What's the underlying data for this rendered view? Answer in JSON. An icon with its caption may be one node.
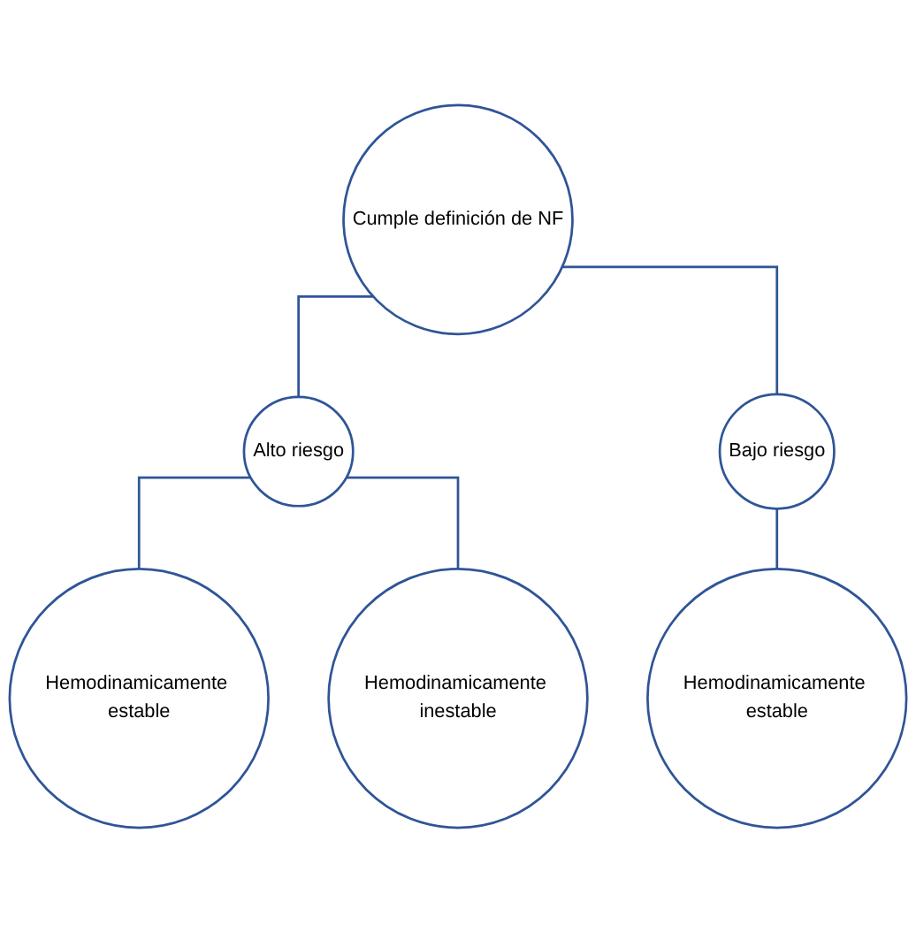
{
  "diagram": {
    "nodes": [
      {
        "text": [
          "Cumple definición de NF"
        ]
      },
      {
        "text": [
          "Alto riesgo"
        ]
      },
      {
        "text": [
          "Bajo riesgo"
        ]
      },
      {
        "text": [
          "Hemodinamicamente estable"
        ]
      },
      {
        "text": [
          "Hemodinamicamente inestable"
        ]
      },
      {
        "text": [
          "Hemodinamicamente estable"
        ]
      }
    ],
    "edges": [
      {
        "from": 0,
        "to": 1,
        "arrow": "none"
      },
      {
        "from": 0,
        "to": 2,
        "arrow": "none"
      },
      {
        "from": 1,
        "to": 3,
        "arrow": "none"
      },
      {
        "from": 1,
        "to": 4,
        "arrow": "none"
      },
      {
        "from": 2,
        "to": 5,
        "arrow": "none"
      }
    ]
  }
}
